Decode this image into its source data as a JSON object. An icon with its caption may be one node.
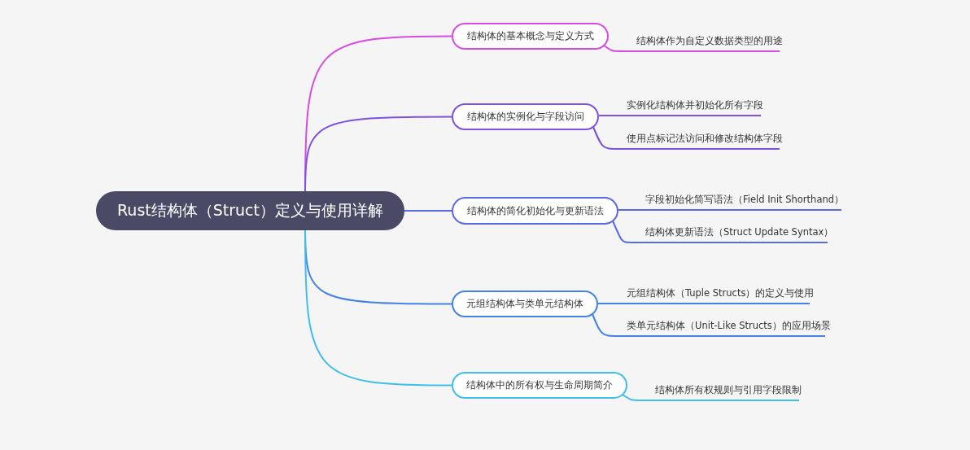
{
  "diagram": {
    "nodes": [
      {
        "text": [
          "Rust结构体（Struct）定义与使用详解"
        ]
      },
      {
        "text": [
          "结构体的基本概念与定义方式"
        ]
      },
      {
        "text": [
          "结构体作为自定义数据类型的用途"
        ]
      },
      {
        "text": [
          "结构体的实例化与字段访问"
        ]
      },
      {
        "text": [
          "实例化结构体并初始化所有字段"
        ]
      },
      {
        "text": [
          "使用点标记法访问和修改结构体字段"
        ]
      },
      {
        "text": [
          "结构体的简化初始化与更新语法"
        ]
      },
      {
        "text": [
          "字段初始化简写语法（Field Init Shorthand）"
        ]
      },
      {
        "text": [
          "结构体更新语法（Struct Update Syntax）"
        ]
      },
      {
        "text": [
          "元组结构体与类单元结构体"
        ]
      },
      {
        "text": [
          "元组结构体（Tuple Structs）的定义与使用"
        ]
      },
      {
        "text": [
          "类单元结构体（Unit-Like Structs）的应用场景"
        ]
      },
      {
        "text": [
          "结构体中的所有权与生命周期简介"
        ]
      },
      {
        "text": [
          "结构体所有权规则与引用字段限制"
        ]
      }
    ],
    "edges": [
      {
        "from": 0,
        "to": 1,
        "arrow": "none",
        "color": "#d84be3"
      },
      {
        "from": 1,
        "to": 2,
        "arrow": "none",
        "color": "#d84be3"
      },
      {
        "from": 0,
        "to": 3,
        "arrow": "none",
        "color": "#7d52e3"
      },
      {
        "from": 3,
        "to": 4,
        "arrow": "none",
        "color": "#7d52e3"
      },
      {
        "from": 3,
        "to": 5,
        "arrow": "none",
        "color": "#7d52e3"
      },
      {
        "from": 0,
        "to": 6,
        "arrow": "none",
        "color": "#5a6ae6"
      },
      {
        "from": 6,
        "to": 7,
        "arrow": "none",
        "color": "#5a6ae6"
      },
      {
        "from": 6,
        "to": 8,
        "arrow": "none",
        "color": "#5a6ae6"
      },
      {
        "from": 0,
        "to": 9,
        "arrow": "none",
        "color": "#4382e6"
      },
      {
        "from": 9,
        "to": 10,
        "arrow": "none",
        "color": "#4382e6"
      },
      {
        "from": 9,
        "to": 11,
        "arrow": "none",
        "color": "#4382e6"
      },
      {
        "from": 0,
        "to": 12,
        "arrow": "none",
        "color": "#40bdeb"
      },
      {
        "from": 12,
        "to": 13,
        "arrow": "none",
        "color": "#40bdeb"
      }
    ]
  }
}
